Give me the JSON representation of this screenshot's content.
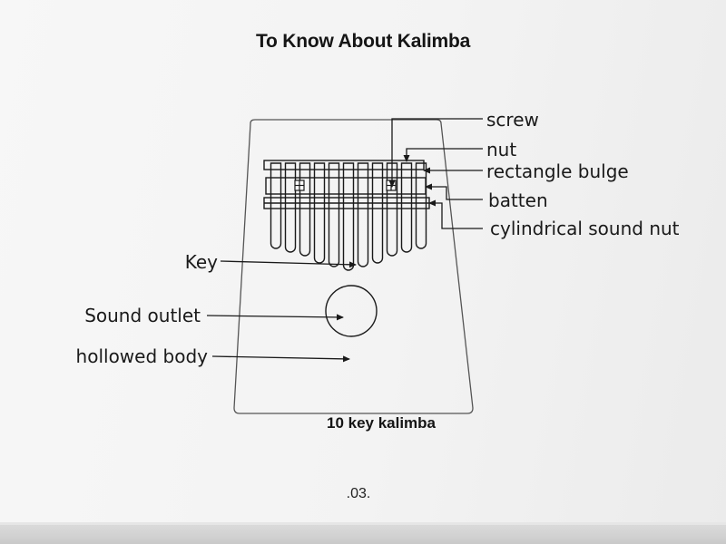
{
  "title": "To Know About Kalimba",
  "caption": "10 key kalimba",
  "page_number": ".03.",
  "labels": {
    "screw": "screw",
    "nut": "nut",
    "rectangle_bulge": "rectangle bulge",
    "batten": "batten",
    "cylindrical_sound_nut": "cylindrical sound nut",
    "key": "Key",
    "sound_outlet": "Sound outlet",
    "hollowed_body": "hollowed body"
  }
}
